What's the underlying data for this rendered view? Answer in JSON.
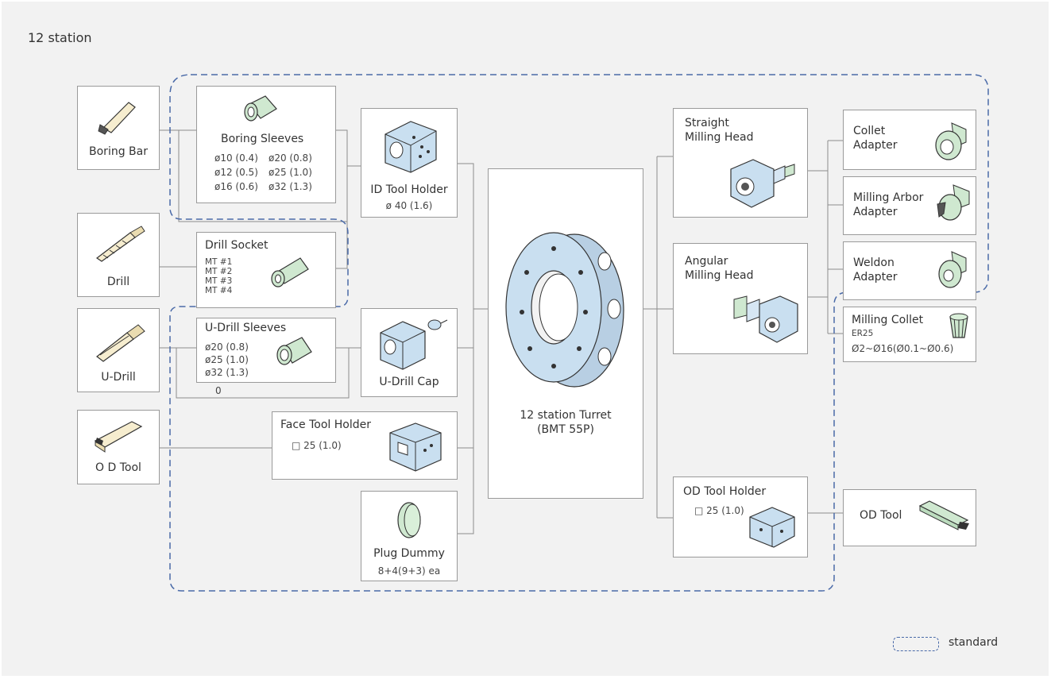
{
  "title": "12 station",
  "colors": {
    "dashed_border": "#4a6aa8",
    "line": "#8c8c8c",
    "part_fill": "#c9dff0",
    "green_part": "#cfe8d0"
  },
  "legend": {
    "label": "standard"
  },
  "boring_bar": {
    "label": "Boring Bar",
    "icon": "boring-bar-icon"
  },
  "drill": {
    "label": "Drill",
    "icon": "drill-icon"
  },
  "u_drill": {
    "label": "U-Drill",
    "icon": "u-drill-icon"
  },
  "od_tool_left": {
    "label": "O D Tool",
    "icon": "od-tool-icon"
  },
  "boring_sleeves": {
    "title": "Boring  Sleeves",
    "specs_col1": [
      "ø10 (0.4)",
      "ø12 (0.5)",
      "ø16 (0.6)"
    ],
    "specs_col2": [
      "ø20 (0.8)",
      "ø25 (1.0)",
      "ø32 (1.3)"
    ],
    "icon": "sleeve-icon"
  },
  "drill_socket": {
    "title": "Drill Socket",
    "specs": [
      "MT #1",
      "MT #2",
      "MT #3",
      "MT #4"
    ],
    "icon": "drill-socket-icon"
  },
  "u_drill_sleeves": {
    "title": "U-Drill Sleeves",
    "specs": [
      "ø20 (0.8)",
      "ø25 (1.0)",
      "ø32 (1.3)"
    ],
    "note": "0",
    "icon": "sleeve-icon"
  },
  "id_tool_holder": {
    "title": "ID  Tool Holder",
    "spec": "ø 40 (1.6)",
    "icon": "id-tool-holder-icon"
  },
  "u_drill_cap": {
    "title": "U-Drill Cap",
    "icon": "u-drill-cap-icon"
  },
  "face_tool_holder": {
    "title": "Face Tool Holder",
    "spec": "□ 25 (1.0)",
    "icon": "face-tool-holder-icon"
  },
  "plug_dummy": {
    "title": "Plug Dummy",
    "spec": "8+4(9+3) ea",
    "icon": "plug-dummy-icon"
  },
  "turret": {
    "line1": "12 station Turret",
    "line2": "(BMT 55P)",
    "icon": "turret-icon"
  },
  "straight_milling_head": {
    "line1": "Straight",
    "line2": "Milling Head",
    "icon": "straight-milling-head-icon"
  },
  "angular_milling_head": {
    "line1": "Angular",
    "line2": "Milling Head",
    "icon": "angular-milling-head-icon"
  },
  "od_tool_holder": {
    "title": "OD Tool Holder",
    "spec": "□ 25 (1.0)",
    "icon": "od-tool-holder-icon"
  },
  "collet_adapter": {
    "line1": "Collet",
    "line2": "Adapter",
    "icon": "collet-adapter-icon"
  },
  "milling_arbor_adapter": {
    "line1": "Milling Arbor",
    "line2": "Adapter",
    "icon": "milling-arbor-adapter-icon"
  },
  "weldon_adapter": {
    "line1": "Weldon",
    "line2": "Adapter",
    "icon": "weldon-adapter-icon"
  },
  "milling_collet": {
    "title": "Milling Collet",
    "spec1": "ER25",
    "spec2": "Ø2~Ø16(Ø0.1~Ø0.6)",
    "icon": "milling-collet-icon"
  },
  "od_tool_right": {
    "label": "OD Tool",
    "icon": "od-tool-icon"
  }
}
